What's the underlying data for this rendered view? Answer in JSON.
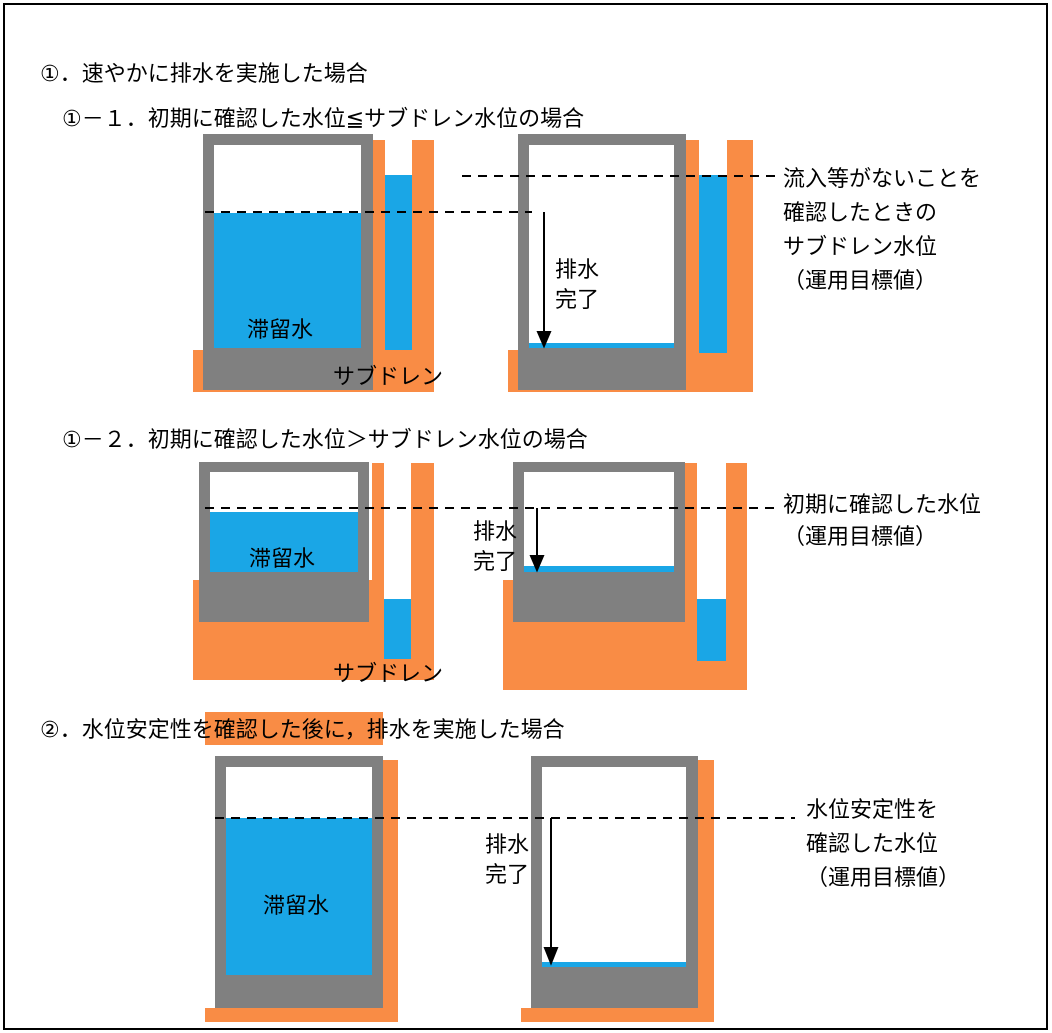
{
  "headings": {
    "h1": "①．速やかに排水を実施した場合",
    "h1_1": "①－１．初期に確認した水位≦サブドレン水位の場合",
    "h1_2": "①－２．初期に確認した水位＞サブドレン水位の場合",
    "h2": "②．水位安定性を確認した後に，排水を実施した場合"
  },
  "labels": {
    "stagnant_water": "滞留水",
    "subdrain": "サブドレン",
    "drain_line1": "排水",
    "drain_line2": "完了"
  },
  "annotations": {
    "a1": [
      "流入等がないことを",
      "確認したときの",
      "サブドレン水位",
      "（運用目標値）"
    ],
    "a2": [
      "初期に確認した水位",
      "（運用目標値）"
    ],
    "a3": [
      "水位安定性を",
      "確認した水位",
      "（運用目標値）"
    ]
  },
  "colors": {
    "wall": "#808080",
    "water": "#1aa6e6",
    "soil": "#f98c45",
    "line": "#000000"
  }
}
